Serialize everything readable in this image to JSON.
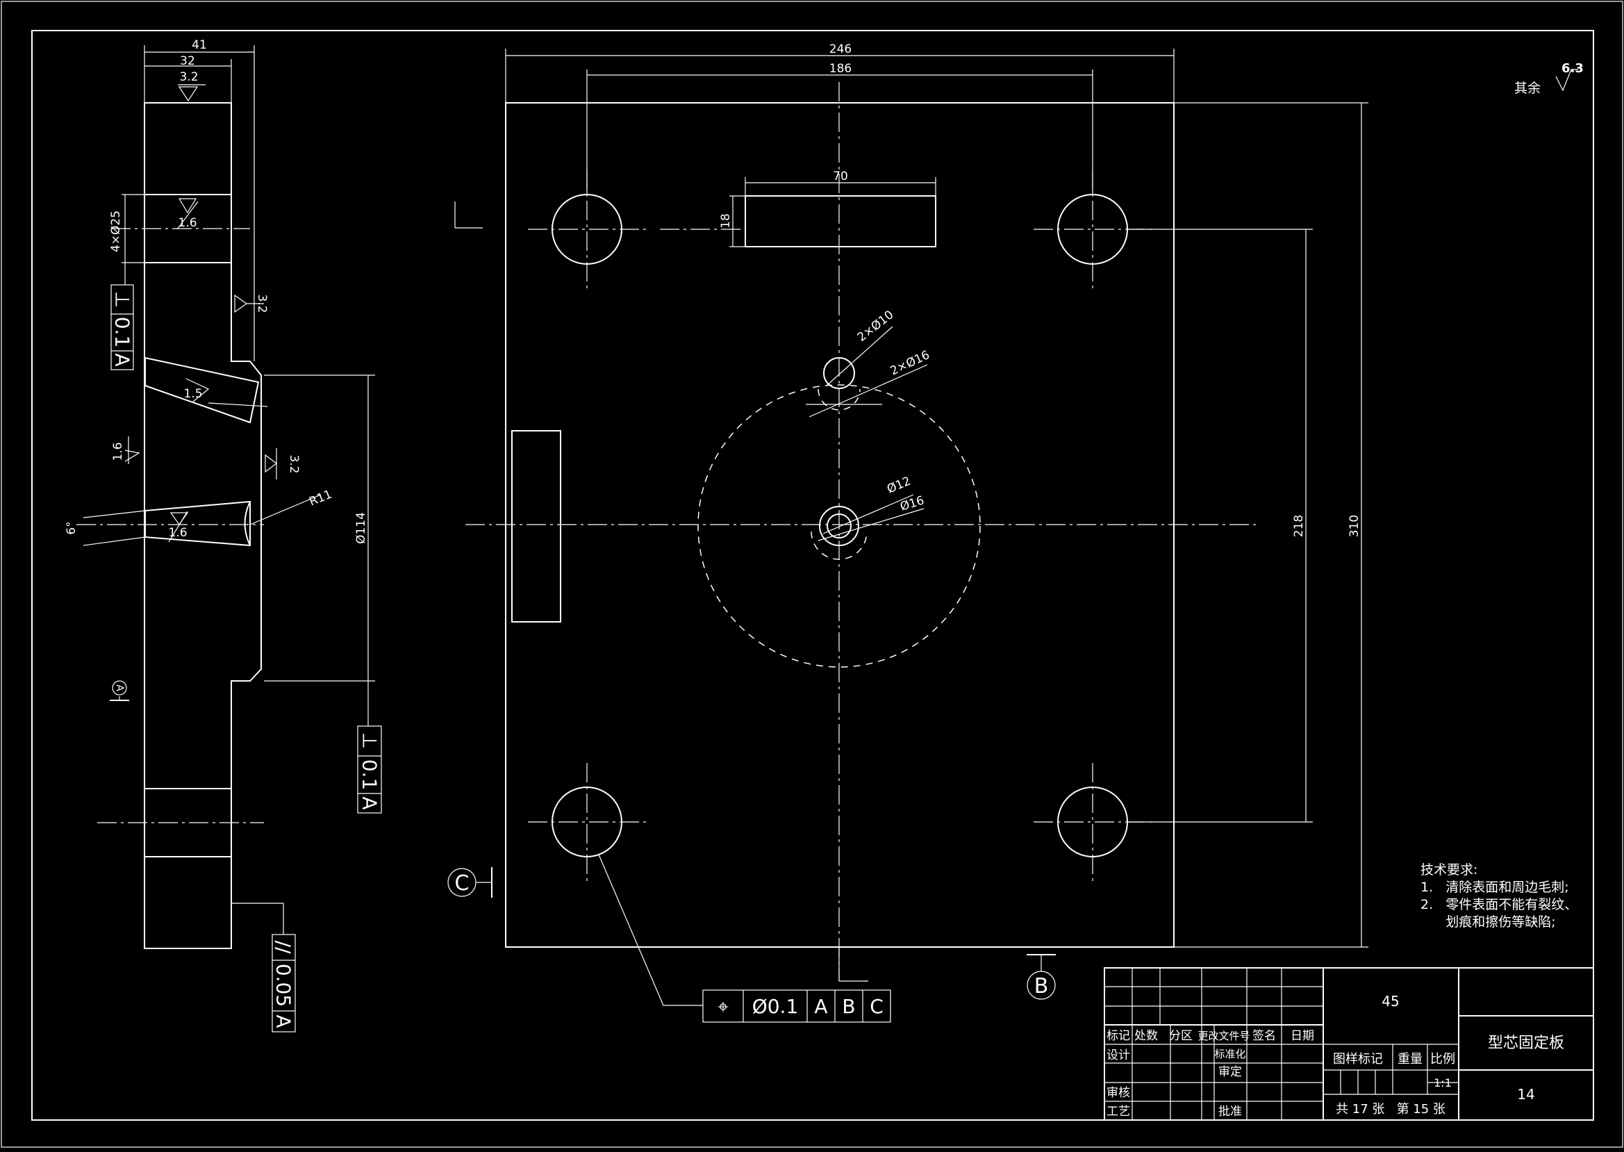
{
  "colors": {
    "background": "#000000",
    "lines": "#ffffff"
  },
  "side_view": {
    "dims": {
      "d41": "41",
      "d32": "32",
      "ra32_top": "3.2",
      "ra16_hole": "1.6",
      "hole_label": "4×Ø25",
      "ra32_right": "3.2",
      "ra15": "1.5",
      "ra16_left": "1.6",
      "ra32_mid": "3.2",
      "r11": "R11",
      "ang6": "6°",
      "ra16_taper": "1.6",
      "d114": "Ø114"
    },
    "fcf_perp_1": {
      "symbol": "⊥",
      "value": "0.1",
      "datum": "A"
    },
    "fcf_perp_2": {
      "symbol": "⊥",
      "value": "0.1",
      "datum": "A"
    },
    "fcf_parallel": {
      "symbol": "//",
      "value": "0.05",
      "datum": "A"
    },
    "datum_a": "A"
  },
  "front_view": {
    "dims": {
      "d246": "246",
      "d186": "186",
      "d70": "70",
      "d18": "18",
      "d218": "218",
      "d310": "310",
      "h2d10": "2×Ø10",
      "h2d16": "2×Ø16",
      "d12": "Ø12",
      "d16": "Ø16"
    },
    "fcf_position": {
      "symbol": "⌖",
      "value": "Ø0.1",
      "datums": [
        "A",
        "B",
        "C"
      ]
    },
    "datum_b": "B",
    "datum_c": "C"
  },
  "roughness_note": {
    "label": "其余",
    "value": "6.3"
  },
  "tech_requirements": {
    "title": "技术要求:",
    "items": [
      "1.   清除表面和周边毛刺;",
      "2.   零件表面不能有裂纹、",
      "      划痕和擦伤等缺陷;"
    ]
  },
  "title_block": {
    "material": "45",
    "part_name": "型芯固定板",
    "drawing_no": "14",
    "headers": [
      "标记",
      "处数",
      "分区",
      "更改文件号",
      "签名",
      "日期"
    ],
    "design": "设计",
    "standardize": "标准化",
    "review": "审定",
    "check": "审核",
    "process": "工艺",
    "approve": "批准",
    "stage_mark": "图样标记",
    "weight": "重量",
    "scale": "比例",
    "scale_value": "1:1",
    "sheets": "共 17 张   第 15 张"
  }
}
